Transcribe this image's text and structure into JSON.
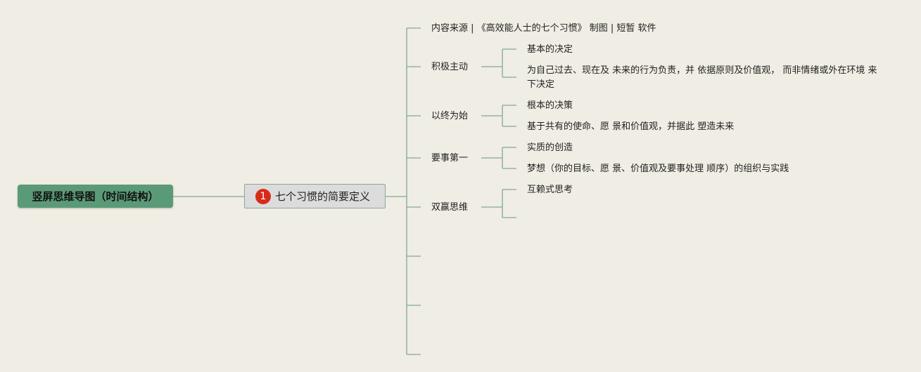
{
  "root": {
    "label": "竖屏思维导图（时间结构）"
  },
  "center": {
    "badge": "1",
    "label": "七个习惯的简要定义"
  },
  "source_line": "内容来源 | 《高效能人士的七个习惯》 制图 | 短暂 软件",
  "branches": [
    {
      "label": "积极主动",
      "children": [
        "基本的决定",
        "为自己过去、现在及 未来的行为负责，并 依据原则及价值观， 而非情绪或外在环境 来下决定"
      ]
    },
    {
      "label": "以终为始",
      "children": [
        "根本的决策",
        "基于共有的使命、愿 景和价值观，并据此 塑造未来"
      ]
    },
    {
      "label": "要事第一",
      "children": [
        "实质的创造",
        "梦想（你的目标、愿 景、价值观及要事处理 顺序）的组织与实践"
      ]
    },
    {
      "label": "双赢思维",
      "children": [
        "互赖式思考",
        ""
      ]
    }
  ],
  "colors": {
    "background": "#f0ede4",
    "root_fill": "#5a9a78",
    "line": "#7fa89a",
    "badge": "#d82a1a",
    "center_fill": "#dcdcdc"
  }
}
